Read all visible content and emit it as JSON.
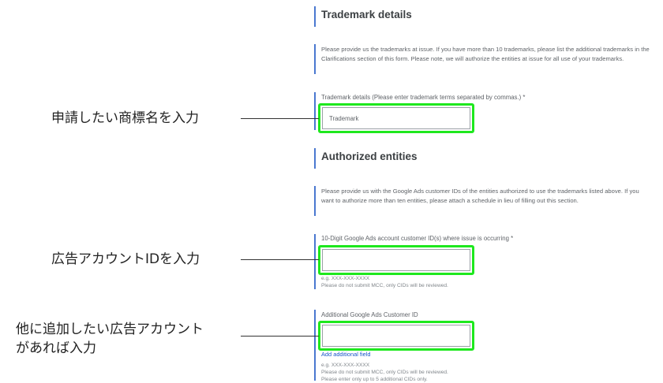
{
  "trademark_section": {
    "title": "Trademark details",
    "description": "Please provide us the trademarks at issue. If you have more than 10 trademarks, please list the additional trademarks in the Clarifications section of this form. Please note, we will authorize the entities at issue for all use of your trademarks.",
    "field_label": "Trademark details (Please enter trademark terms separated by commas.) *",
    "field_value": "Trademark"
  },
  "entities_section": {
    "title": "Authorized entities",
    "description": "Please provide us with the Google Ads customer IDs of the entities authorized to use the trademarks listed above. If you want to authorize more than ten entities, please attach a schedule in lieu of filling out this section.",
    "cid_label": "10-Digit Google Ads account customer ID(s) where issue is occurring *",
    "cid_hint1": "e.g. XXX-XXX-XXXX",
    "cid_hint2": "Please do not submit MCC, only CIDs will be reviewed.",
    "additional_label": "Additional Google Ads Customer ID",
    "add_field_link": "Add additional field",
    "add_hint1": "e.g. XXX-XXX-XXXX",
    "add_hint2": "Please do not submit MCC, only CIDs will be reviewed.",
    "add_hint3": "Please enter only up to 5 additional CIDs only."
  },
  "annotations": {
    "trademark": "申請したい商標名を入力",
    "cid": "広告アカウントIDを入力",
    "additional_line1": "他に追加したい広告アカウント",
    "additional_line2": "があれば入力"
  },
  "colors": {
    "highlight": "#1ee81e",
    "accent": "#4a78d0",
    "link": "#1a57c9"
  }
}
